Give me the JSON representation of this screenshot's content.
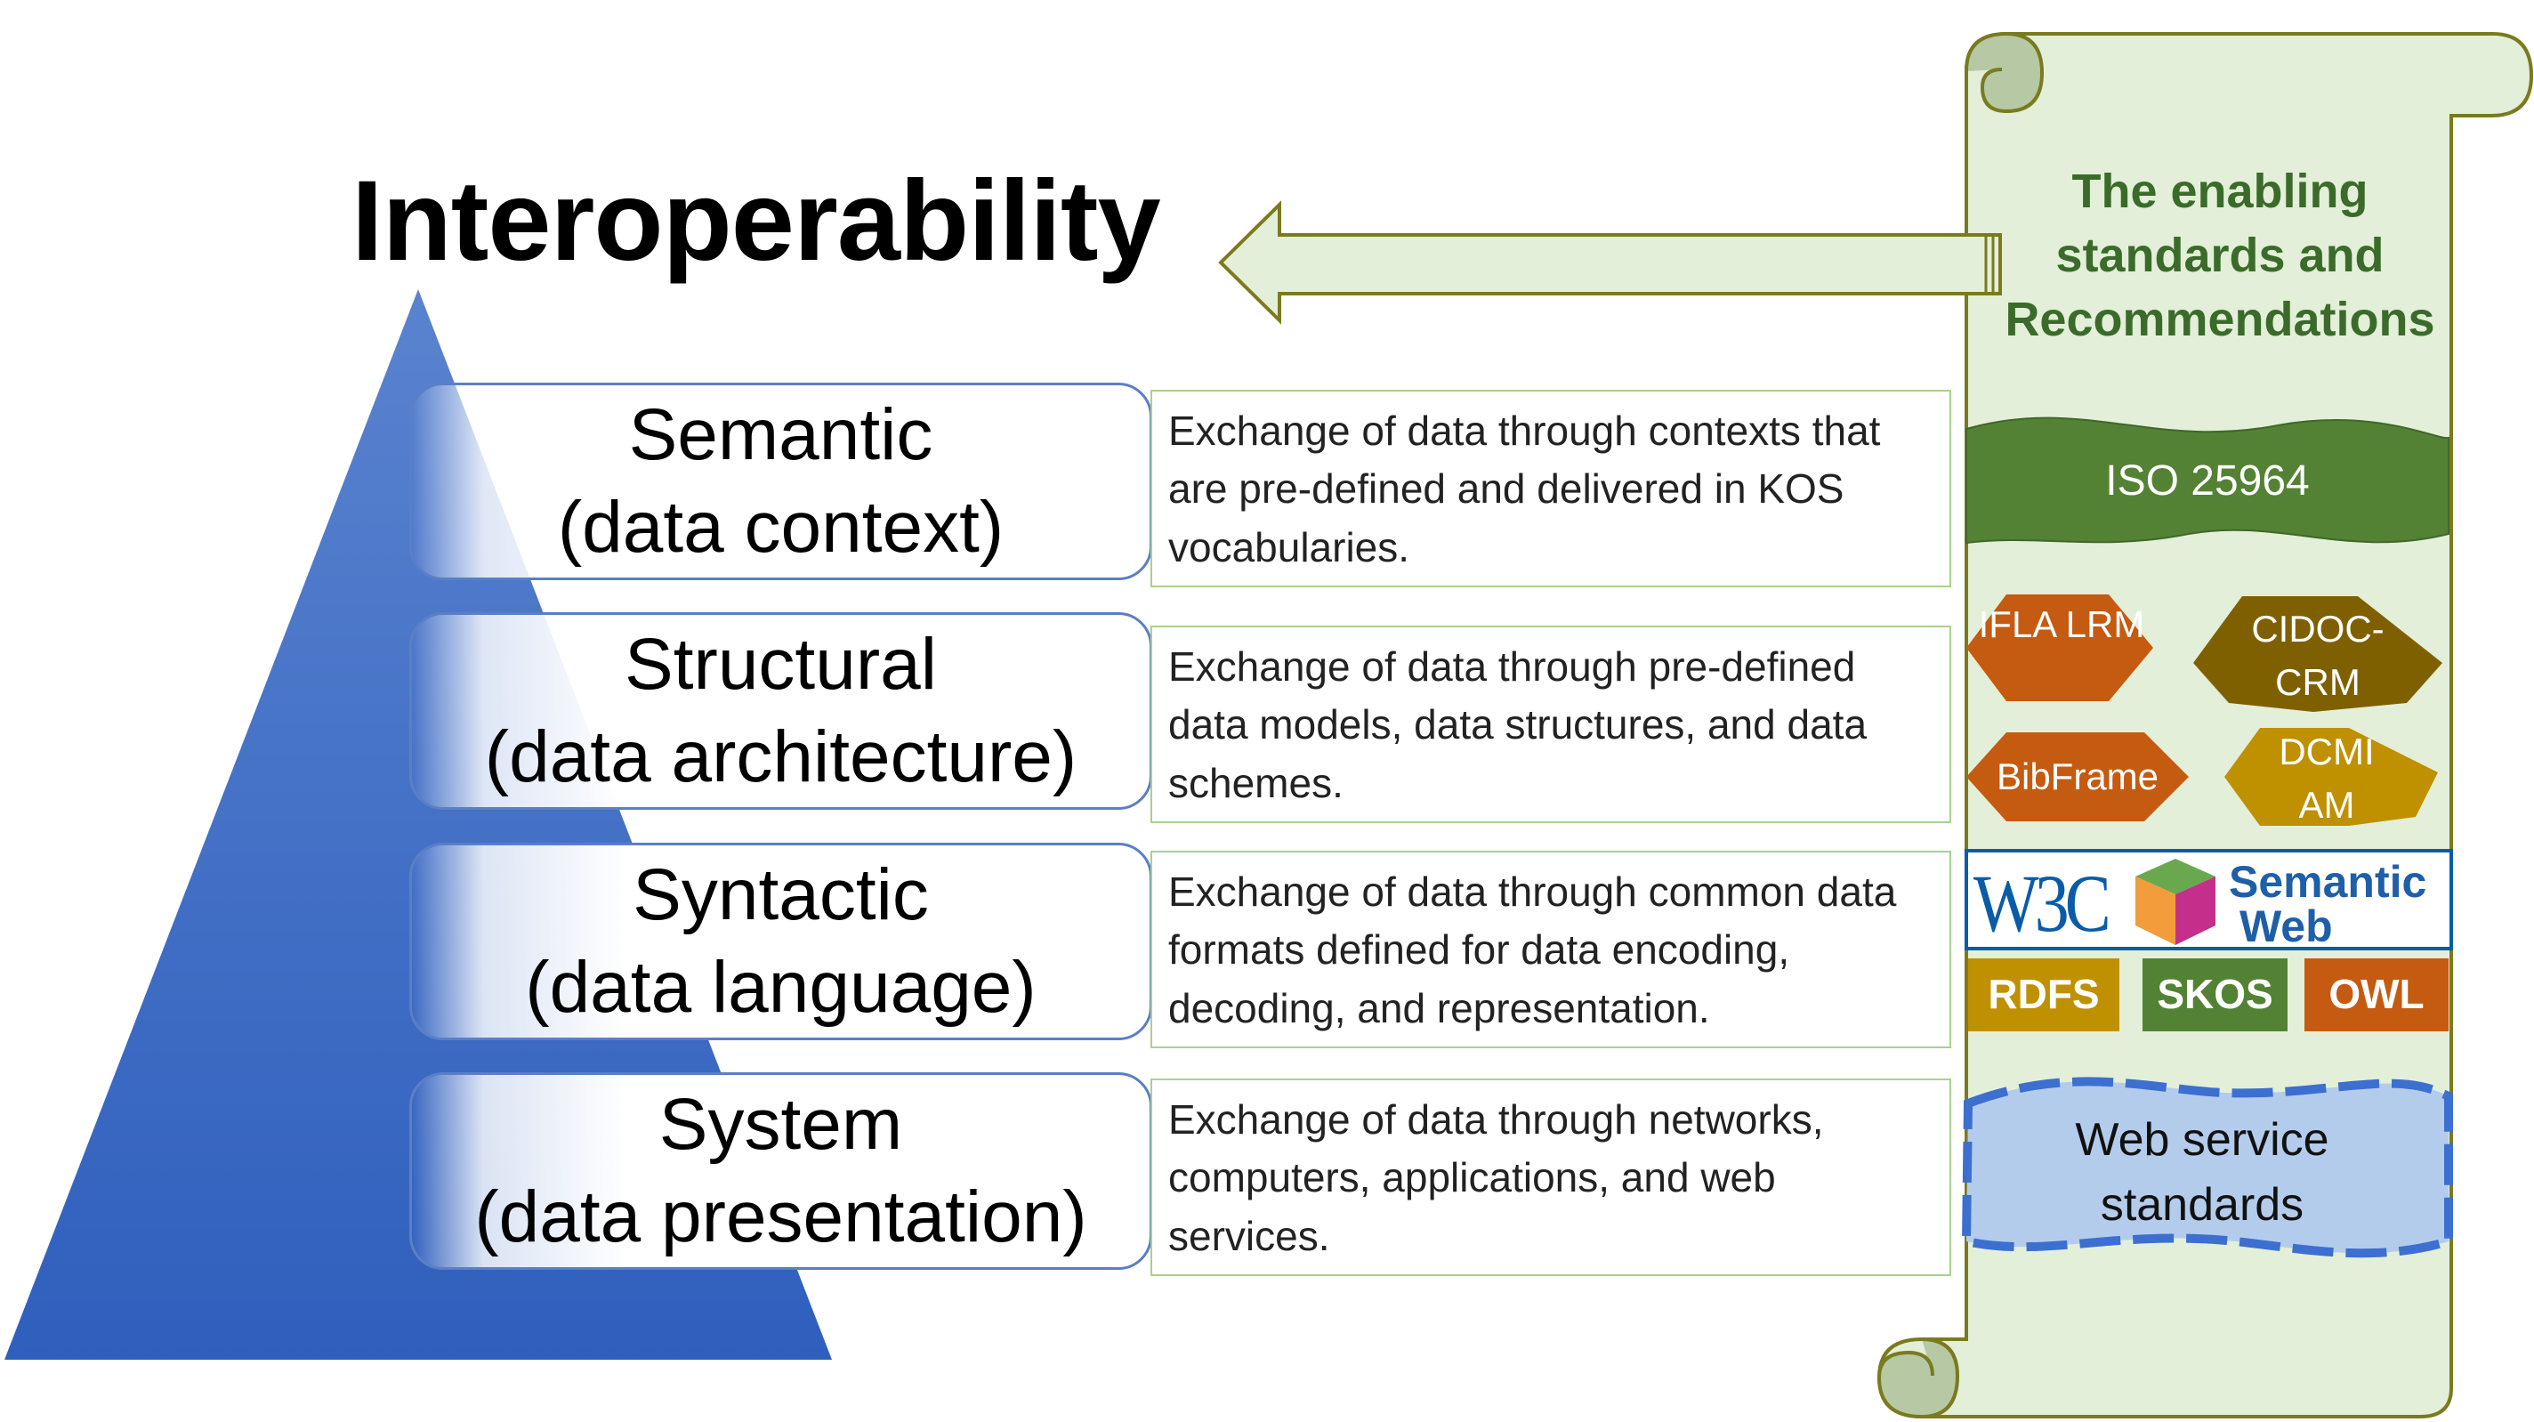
{
  "title": "Interoperability",
  "colors": {
    "pyramid_top": "#5a83cf",
    "pyramid_bottom": "#2f5fbd",
    "layer_border": "#5b7fc4",
    "desc_border": "#a9d18e",
    "scroll_fill": "#e3efd8",
    "scroll_stroke": "#7a7a1e",
    "green_accent": "#548235",
    "orange_accent": "#c55a11",
    "brown_accent": "#7f6000",
    "gold_accent": "#bf9000",
    "w3c_blue": "#0a5ca8",
    "light_blue": "#b4ccec"
  },
  "layers": [
    {
      "name": "Semantic",
      "sub": "(data context)",
      "desc": "Exchange of data through contexts that are pre-defined and delivered in KOS vocabularies."
    },
    {
      "name": "Structural",
      "sub": "(data architecture)",
      "desc": "Exchange of data through pre-defined data models, data structures, and data schemes."
    },
    {
      "name": "Syntactic",
      "sub": "(data language)",
      "desc": "Exchange of data through common data formats defined for data encoding, decoding, and representation."
    },
    {
      "name": "System",
      "sub": "(data presentation)",
      "desc": "Exchange of data through networks, computers, applications, and web services."
    }
  ],
  "scroll": {
    "title": "The enabling standards and Recommendations",
    "iso": "ISO 25964",
    "standards": [
      "IFLA LRM",
      "CIDOC-CRM",
      "BibFrame",
      "DCMI AM"
    ],
    "w3c_logo": "W3C",
    "semantic_web": [
      "Semantic",
      "Web"
    ],
    "w3c_stack": [
      "RDFS",
      "SKOS",
      "OWL"
    ],
    "web_service": "Web service standards"
  },
  "icons": [
    "arrow-left-icon",
    "w3c-logo-icon",
    "semantic-web-cube-icon"
  ]
}
